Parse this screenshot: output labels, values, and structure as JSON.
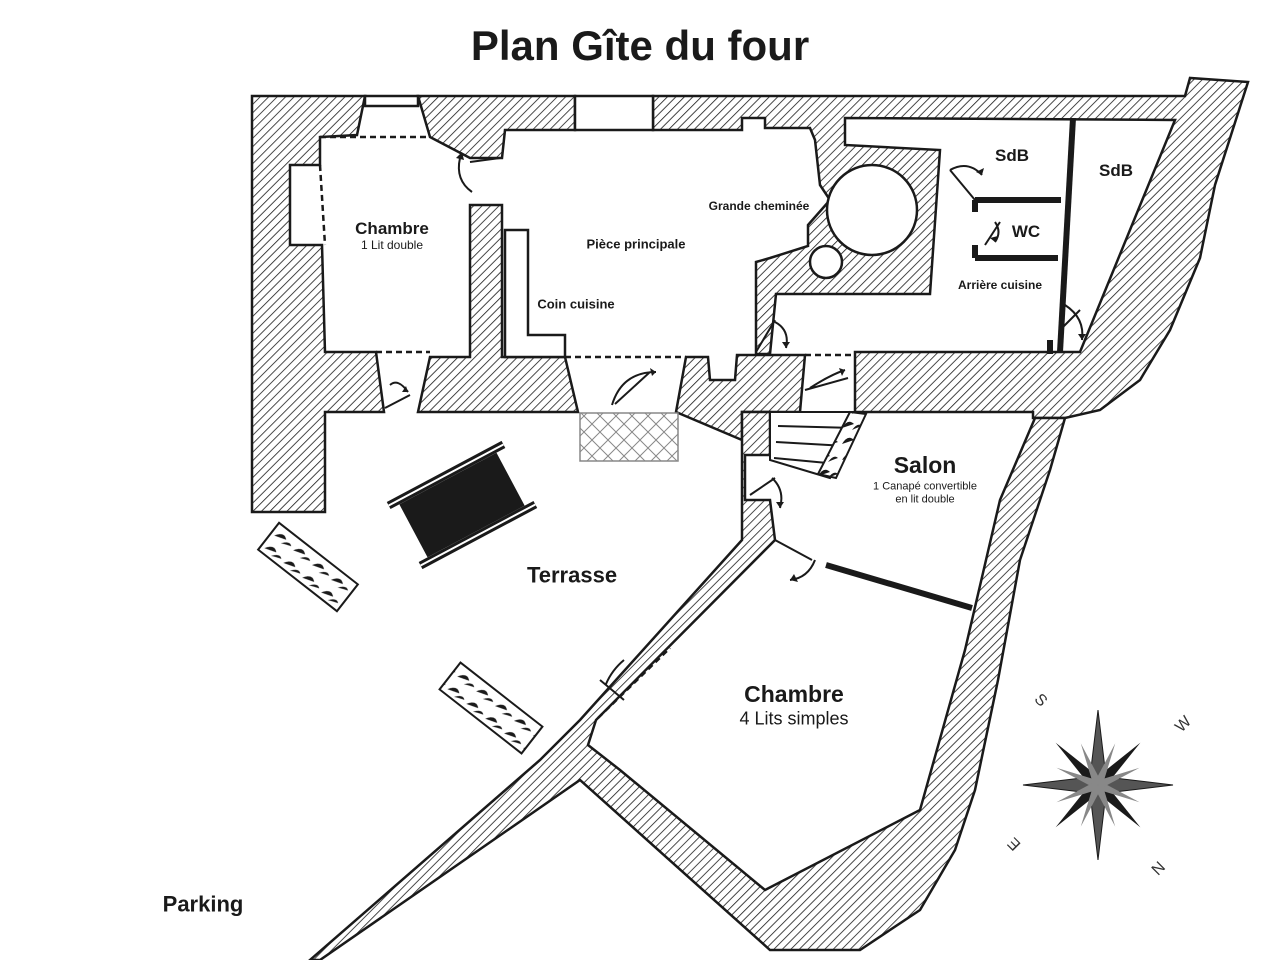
{
  "title": "Plan Gîte du four",
  "rooms": {
    "chambre_1": {
      "name": "Chambre",
      "detail": "1 Lit double"
    },
    "piece_principale": {
      "name": "Pièce principale"
    },
    "coin_cuisine": {
      "name": "Coin cuisine"
    },
    "grande_cheminee": {
      "name": "Grande cheminée"
    },
    "sdb_1": {
      "name": "SdB"
    },
    "sdb_2": {
      "name": "SdB"
    },
    "wc": {
      "name": "WC"
    },
    "arriere_cuisine": {
      "name": "Arrière cuisine"
    },
    "salon": {
      "name": "Salon",
      "detail_1": "1 Canapé convertible",
      "detail_2": "en lit double"
    },
    "terrasse": {
      "name": "Terrasse"
    },
    "chambre_2": {
      "name": "Chambre",
      "detail": "4 Lits simples"
    },
    "parking": {
      "name": "Parking"
    }
  },
  "compass": {
    "s": "S",
    "w": "W",
    "e": "E",
    "n": "N"
  },
  "colors": {
    "ink": "#1a1a1a",
    "wall_hatch": "#1a1a1a",
    "background": "#ffffff",
    "terrace_tiles": "#999999"
  }
}
